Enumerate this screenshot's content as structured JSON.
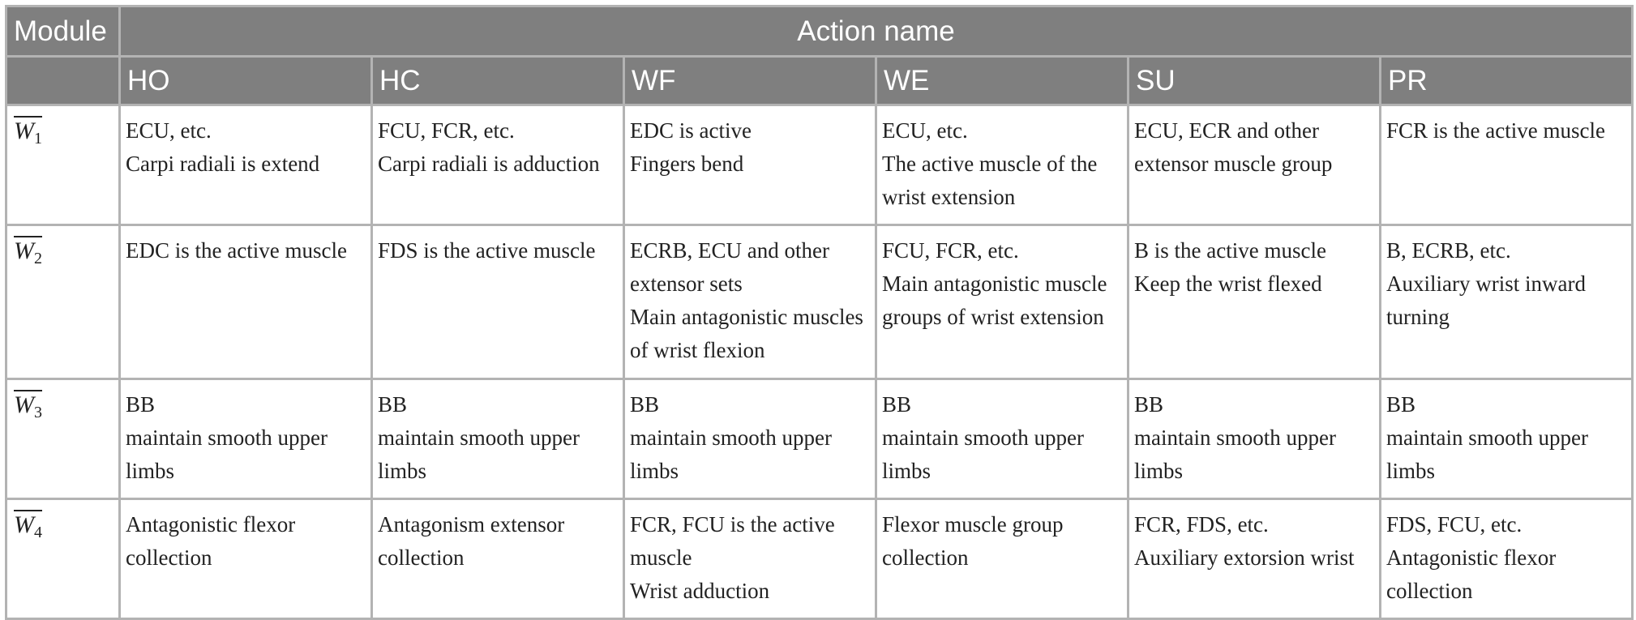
{
  "header": {
    "module_label": "Module",
    "action_label": "Action name",
    "actions": [
      "HO",
      "HC",
      "WF",
      "WE",
      "SU",
      "PR"
    ]
  },
  "rows": [
    {
      "module": {
        "base": "W",
        "sub": "1"
      },
      "cells": [
        "ECU, etc.\nCarpi radiali is extend",
        "FCU, FCR, etc.\nCarpi radiali is adduction",
        "EDC is active\nFingers bend",
        "ECU, etc.\nThe active muscle of the wrist extension",
        "ECU, ECR and other extensor muscle group",
        "FCR is the active muscle"
      ]
    },
    {
      "module": {
        "base": "W",
        "sub": "2"
      },
      "cells": [
        "EDC is the active muscle",
        "FDS is the active muscle",
        "ECRB, ECU and other extensor sets\nMain antagonistic muscles of wrist flexion",
        "FCU, FCR, etc.\nMain antagonistic muscle groups of wrist extension",
        "B is the active muscle\nKeep the wrist flexed",
        "B, ECRB, etc.\nAuxiliary wrist inward turning"
      ]
    },
    {
      "module": {
        "base": "W",
        "sub": "3"
      },
      "cells": [
        "BB\nmaintain smooth upper limbs",
        "BB\nmaintain smooth upper limbs",
        "BB\nmaintain smooth upper limbs",
        "BB\nmaintain smooth upper limbs",
        "BB\nmaintain smooth upper limbs",
        "BB\nmaintain smooth upper limbs"
      ]
    },
    {
      "module": {
        "base": "W",
        "sub": "4"
      },
      "cells": [
        "Antagonistic flexor collection",
        "Antagonism extensor collection",
        "FCR, FCU is the active muscle\nWrist adduction",
        "Flexor muscle group collection",
        "FCR, FDS, etc.\nAuxiliary extorsion wrist",
        "FDS, FCU, etc.\nAntagonistic flexor collection"
      ]
    }
  ]
}
